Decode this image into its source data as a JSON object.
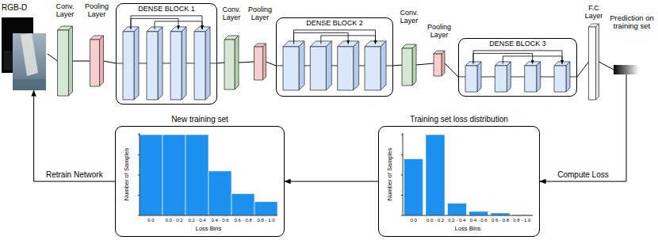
{
  "diagram": {
    "nodes": [
      {
        "text": [
          "RGB-D"
        ]
      },
      {
        "text": [
          "Conv. Layer"
        ]
      },
      {
        "text": [
          "Pooling Layer"
        ]
      },
      {
        "text": [
          "DENSE BLOCK 1"
        ]
      },
      {
        "text": [
          "Conv. Layer"
        ]
      },
      {
        "text": [
          "Pooling Layer"
        ]
      },
      {
        "text": [
          "DENSE BLOCK 2"
        ]
      },
      {
        "text": [
          "Conv. Layer"
        ]
      },
      {
        "text": [
          "Pooling Layer"
        ]
      },
      {
        "text": [
          "DENSE BLOCK 3"
        ]
      },
      {
        "text": [
          "F.C Layer"
        ]
      },
      {
        "text": [
          "Prediction on training set"
        ]
      },
      {
        "text": [
          "New training set"
        ]
      },
      {
        "text": [
          "Training set loss distribution"
        ]
      }
    ],
    "edges": [
      {
        "from": 0,
        "to": 1,
        "arrow": "none"
      },
      {
        "from": 1,
        "to": 2,
        "arrow": "none"
      },
      {
        "from": 2,
        "to": 3,
        "arrow": "none"
      },
      {
        "from": 3,
        "to": 4,
        "arrow": "none"
      },
      {
        "from": 4,
        "to": 5,
        "arrow": "none"
      },
      {
        "from": 5,
        "to": 6,
        "arrow": "none"
      },
      {
        "from": 6,
        "to": 7,
        "arrow": "none"
      },
      {
        "from": 7,
        "to": 8,
        "arrow": "none"
      },
      {
        "from": 8,
        "to": 9,
        "arrow": "none"
      },
      {
        "from": 9,
        "to": 10,
        "arrow": "none"
      },
      {
        "from": 10,
        "to": 11,
        "arrow": "none"
      },
      {
        "from": 11,
        "to": 13,
        "label": "Compute Loss",
        "arrow": "to"
      },
      {
        "from": 13,
        "to": 12,
        "arrow": "to"
      },
      {
        "from": 12,
        "to": 0,
        "label": "Retrain Network",
        "arrow": "to"
      }
    ],
    "labels": [
      "Number of Samples",
      "0.0",
      "0.0 - 0.2",
      "0.2 - 0.4",
      "0.4 - 0.6",
      "0.6 - 0.8",
      "0.8 - 1.0",
      "Loss Bins",
      "Number of Samples",
      "0.0",
      "0.0 - 0.2",
      "0.2 - 0.4",
      "0.4 - 0.6",
      "0.6 - 0.8",
      "0.8 - 1.0",
      "Loss Bins"
    ]
  }
}
